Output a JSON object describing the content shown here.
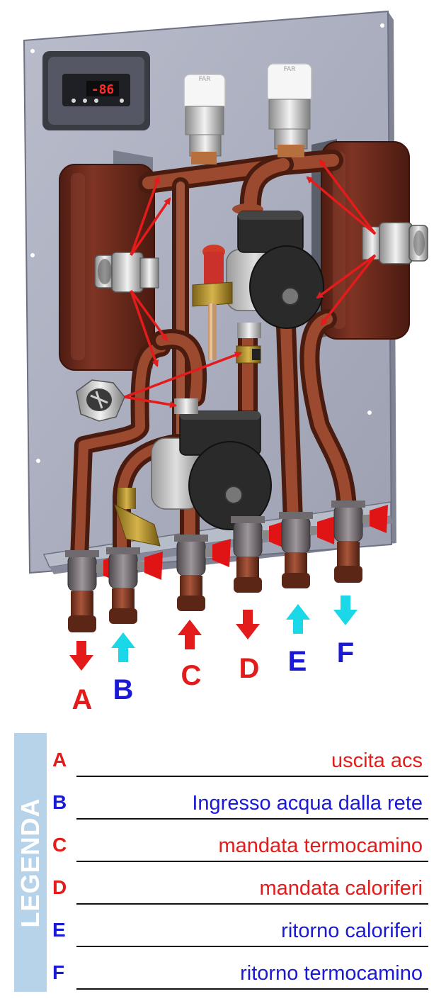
{
  "diagram": {
    "ports": [
      {
        "letter": "A",
        "flow": "down",
        "color": "#e31b1b"
      },
      {
        "letter": "B",
        "flow": "up",
        "color": "#1ad8e8"
      },
      {
        "letter": "C",
        "flow": "up",
        "color": "#e31b1b"
      },
      {
        "letter": "D",
        "flow": "down",
        "color": "#e31b1b"
      },
      {
        "letter": "E",
        "flow": "up",
        "color": "#1ad8e8"
      },
      {
        "letter": "F",
        "flow": "down",
        "color": "#1ad8e8"
      }
    ],
    "controller_display": "-86",
    "valve_cap_text": "FAR"
  },
  "legend": {
    "side_label": "LEGENDA",
    "rows": [
      {
        "code": "A",
        "description": "uscita acs",
        "color": "red"
      },
      {
        "code": "B",
        "description": "Ingresso acqua dalla rete",
        "color": "blue"
      },
      {
        "code": "C",
        "description": "mandata termocamino",
        "color": "red"
      },
      {
        "code": "D",
        "description": "mandata caloriferi",
        "color": "red"
      },
      {
        "code": "E",
        "description": "ritorno caloriferi",
        "color": "blue"
      },
      {
        "code": "F",
        "description": "ritorno termocamino",
        "color": "blue"
      }
    ]
  },
  "colors": {
    "panel": "#a9adbd",
    "copper": "#8a3a22",
    "exchanger": "#6b2a1c",
    "pump_body": "#2a2a2a",
    "valve_body": "#6f6a6e",
    "valve_handle": "#e01414",
    "annotation_arrow": "#e31b1b",
    "legend_bar": "#b7d3ea",
    "letter_red": "#e31b1b",
    "letter_blue": "#1a1ad6"
  }
}
